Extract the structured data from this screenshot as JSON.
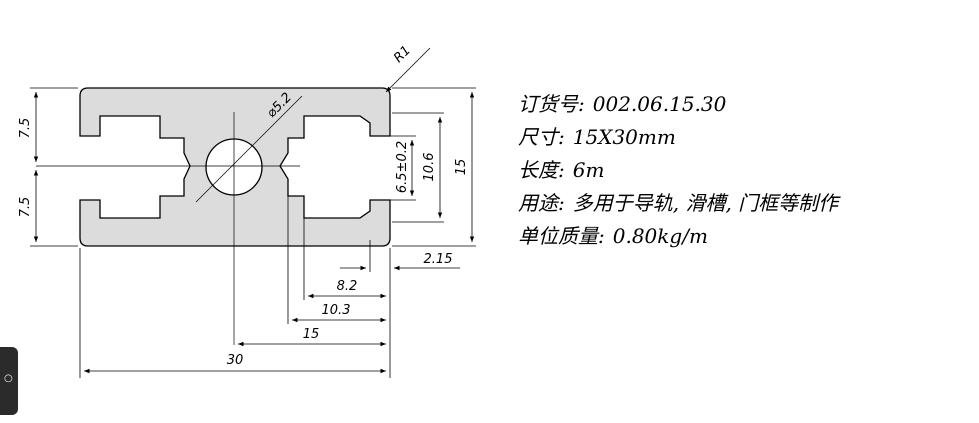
{
  "dimensions": {
    "radius": "R1",
    "hole_diameter": "⌀5.2",
    "half_height_top": "7.5",
    "half_height_bottom": "7.5",
    "slot_height": "6.5±0.2",
    "inner_height": "10.6",
    "total_height": "15",
    "lip": "2.15",
    "slot_depth": "8.2",
    "slot_outer": "10.3",
    "half_width": "15",
    "total_width": "30"
  },
  "specs": [
    {
      "label": "订货号:",
      "value": "002.06.15.30"
    },
    {
      "label": "尺寸:",
      "value": "15X30mm"
    },
    {
      "label": "长度:",
      "value": "6m"
    },
    {
      "label": "用途:",
      "value": "多用于导轨, 滑槽, 门框等制作"
    },
    {
      "label": "单位质量:",
      "value": "0.80kg/m"
    }
  ],
  "colors": {
    "profile_fill": "#dcdcdc",
    "line": "#000000"
  }
}
